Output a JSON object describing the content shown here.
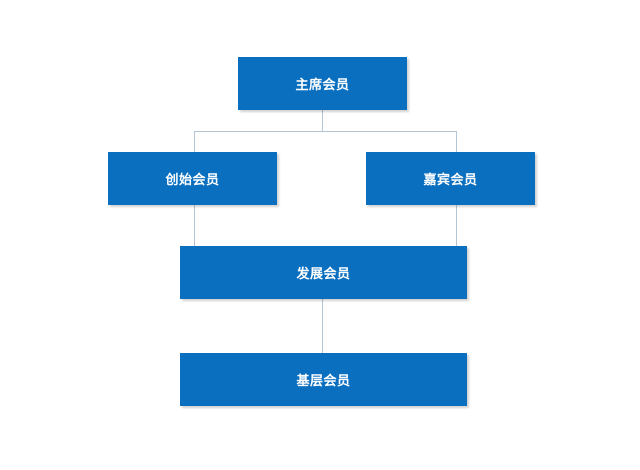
{
  "colors": {
    "node_fill": "#0b6fc0",
    "node_text": "#ffffff",
    "connector": "#b4c6d6",
    "background": "#ffffff"
  },
  "nodes": {
    "chairman": {
      "label": "主席会员"
    },
    "founder": {
      "label": "创始会员"
    },
    "guest": {
      "label": "嘉宾会员"
    },
    "development": {
      "label": "发展会员"
    },
    "base": {
      "label": "基层会员"
    }
  },
  "edges": [
    {
      "from": "chairman",
      "to": "founder"
    },
    {
      "from": "chairman",
      "to": "guest"
    },
    {
      "from": "founder",
      "to": "development"
    },
    {
      "from": "guest",
      "to": "development"
    },
    {
      "from": "development",
      "to": "base"
    }
  ]
}
